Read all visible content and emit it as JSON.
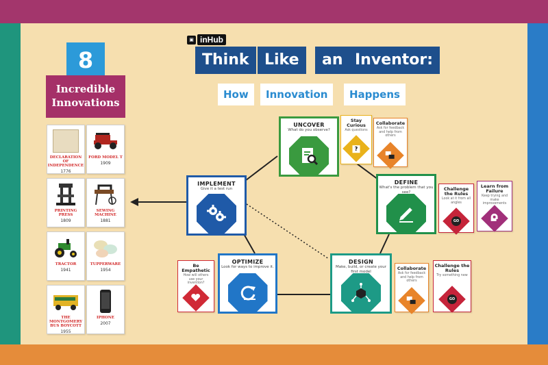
{
  "header": {
    "logo_text": "inHub",
    "title_words": [
      "Think",
      "Like",
      "an",
      "Inventor:"
    ],
    "subtitle_words": [
      "How",
      "Innovation",
      "Happens"
    ]
  },
  "left_panel": {
    "number": "8",
    "title_line1": "Incredible",
    "title_line2": "Innovations",
    "cards": [
      {
        "name": "DECLARATION OF INDEPENDENCE",
        "year": "1776"
      },
      {
        "name": "FORD MODEL T",
        "year": "1909"
      },
      {
        "name": "PRINTING PRESS",
        "year": "1809"
      },
      {
        "name": "SEWING MACHINE",
        "year": "1881"
      },
      {
        "name": "TRACTOR",
        "year": "1941"
      },
      {
        "name": "TUPPERWARE",
        "year": "1954"
      },
      {
        "name": "THE MONTGOMERY BUS BOYCOTT",
        "year": "1955"
      },
      {
        "name": "IPHONE",
        "year": "2007"
      }
    ]
  },
  "stages": {
    "uncover": {
      "title": "UNCOVER",
      "sub": "What do you observe?",
      "color": "#3a9a3f"
    },
    "define": {
      "title": "DEFINE",
      "sub": "What's the problem that you see?",
      "color": "#21904a"
    },
    "design": {
      "title": "DESIGN",
      "sub": "Make, build, or create your first model",
      "color": "#1d9a86"
    },
    "optimize": {
      "title": "OPTIMIZE",
      "sub": "Look for ways to improve it.",
      "color": "#2176c7"
    },
    "implement": {
      "title": "IMPLEMENT",
      "sub": "Give it a test run",
      "color": "#1f5aa8"
    }
  },
  "mini_cards": {
    "stay_curious": {
      "title": "Stay Curious",
      "sub": "Ask questions",
      "glyph": "?",
      "color": "#e9b21b"
    },
    "collaborate_top": {
      "title": "Collaborate",
      "sub": "Ask for feedback and help from others",
      "color": "#e8842a"
    },
    "challenge_rules_top": {
      "title": "Challenge the Rules",
      "sub": "Look at it from all angles",
      "glyph": "GO",
      "color": "#c5243a"
    },
    "learn_failure": {
      "title": "Learn from Failure",
      "sub": "Keep trying and make improvements",
      "color": "#a1307a"
    },
    "be_empathetic": {
      "title": "Be Empathetic",
      "sub": "How will others use your invention?",
      "color": "#d02a36"
    },
    "collaborate_bottom": {
      "title": "Collaborate",
      "sub": "Ask for feedback and help from others",
      "color": "#e8842a"
    },
    "challenge_rules_bottom": {
      "title": "Challenge the Rules",
      "sub": "Try something new",
      "glyph": "GO",
      "color": "#c5243a"
    }
  }
}
